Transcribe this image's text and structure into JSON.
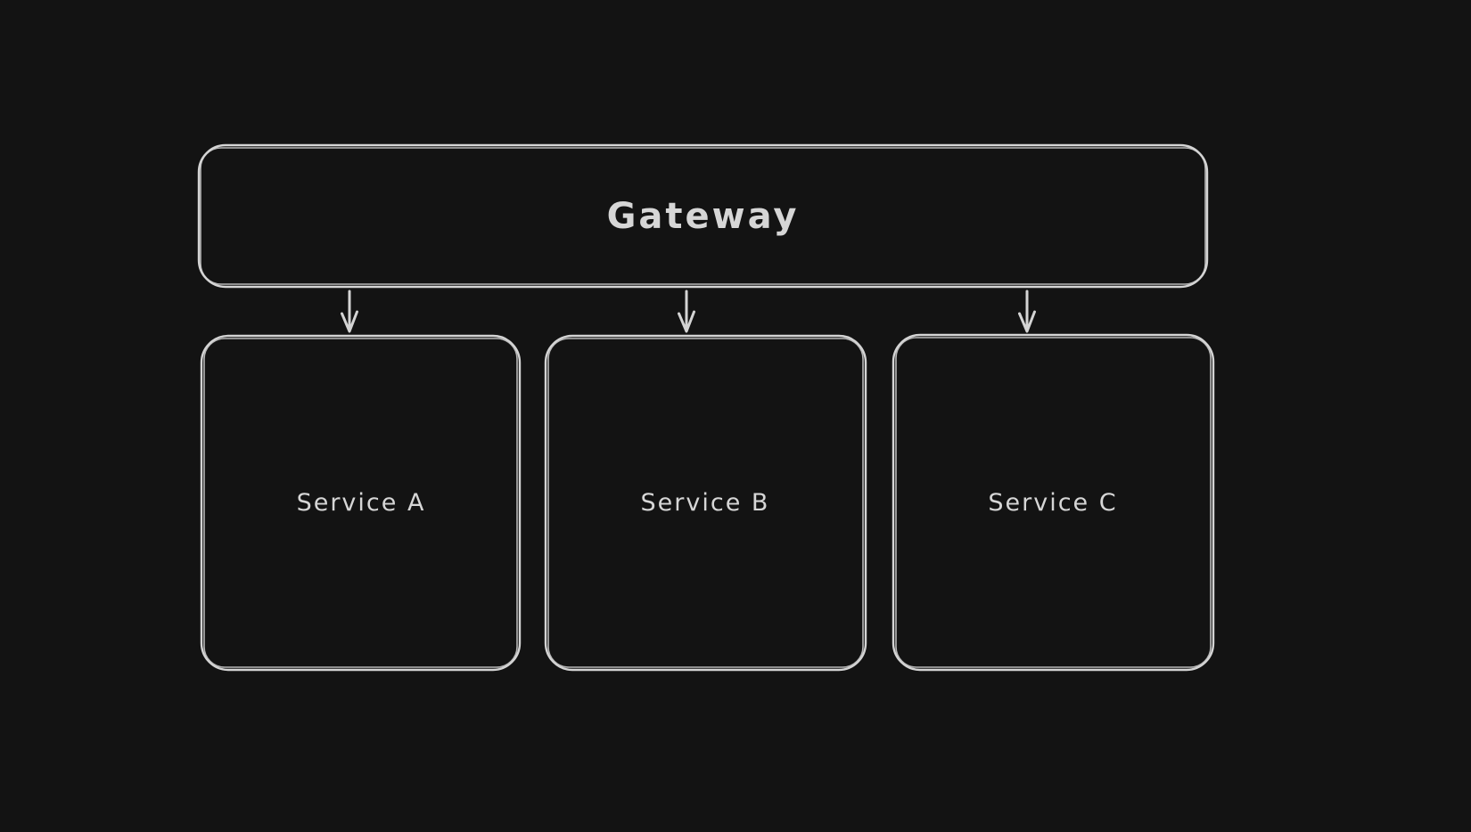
{
  "colors": {
    "canvas_background": "#131313",
    "shape_stroke": "#d4d4d4",
    "label_text": "#d6d6d6"
  },
  "diagram": {
    "nodes": [
      {
        "id": "gateway",
        "label": "Gateway"
      },
      {
        "id": "service-a",
        "label": "Service A"
      },
      {
        "id": "service-b",
        "label": "Service B"
      },
      {
        "id": "service-c",
        "label": "Service C"
      }
    ],
    "connections": [
      {
        "from": "gateway",
        "to": "service-a"
      },
      {
        "from": "gateway",
        "to": "service-b"
      },
      {
        "from": "gateway",
        "to": "service-c"
      }
    ]
  }
}
